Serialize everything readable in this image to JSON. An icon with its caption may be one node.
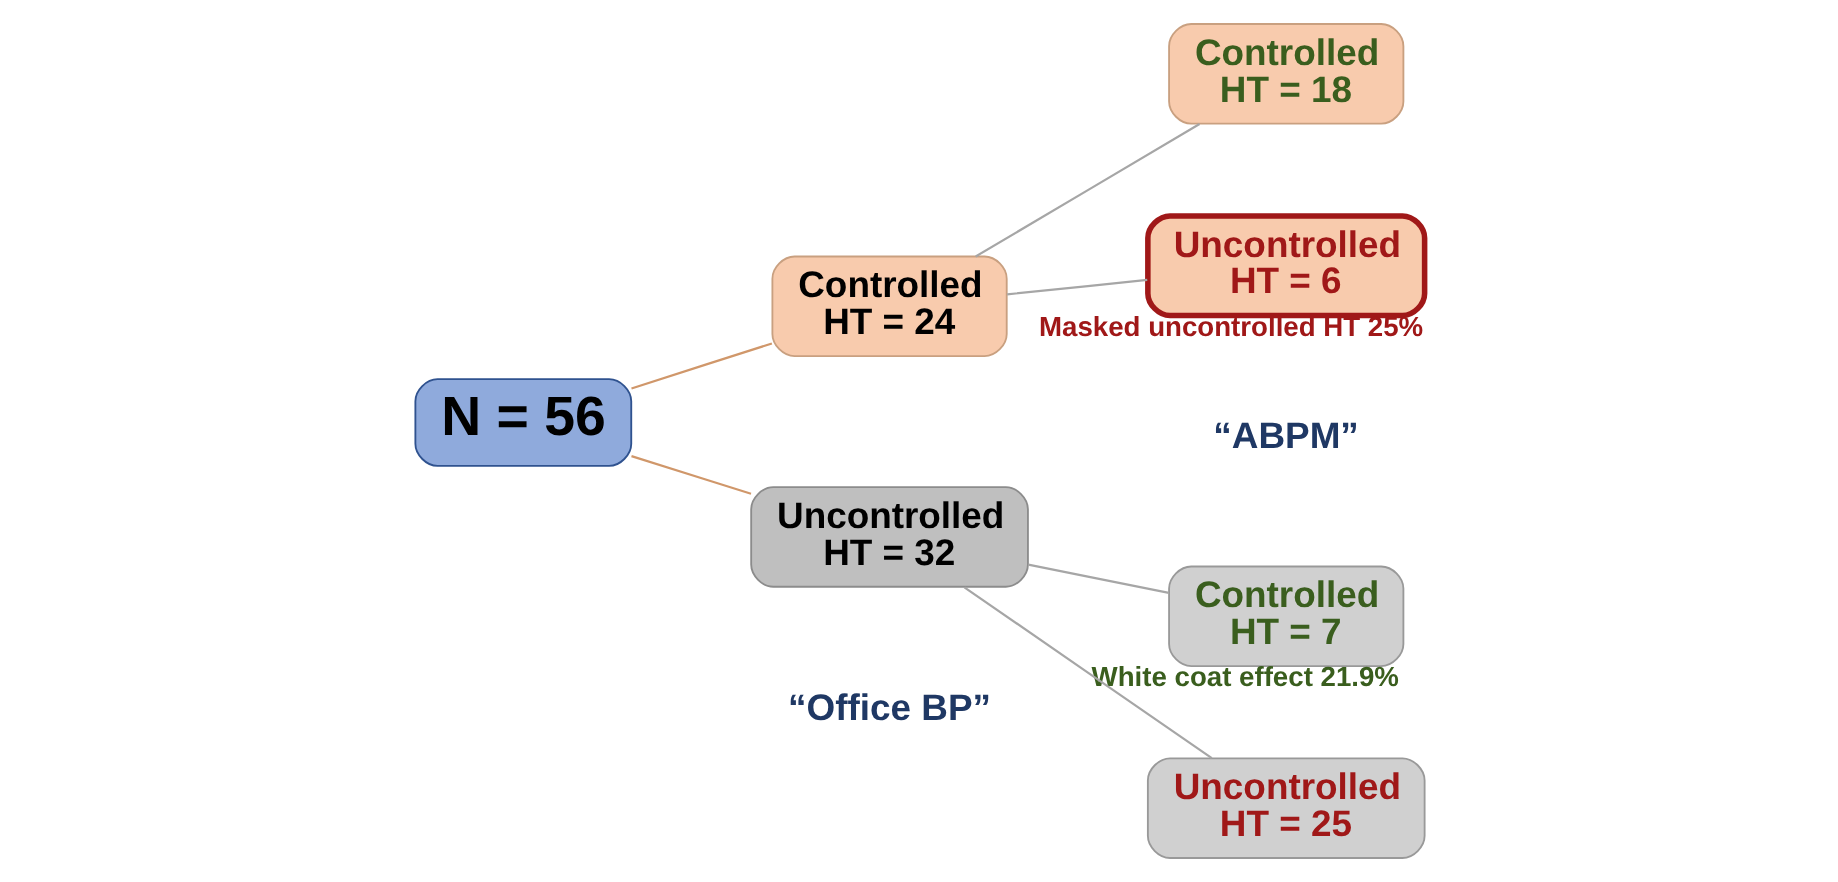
{
  "diagram": {
    "nodes": [
      {
        "text": [
          "N = 56"
        ]
      },
      {
        "text": [
          "Controlled",
          "HT = 24"
        ]
      },
      {
        "text": [
          "Uncontrolled",
          "HT = 32"
        ]
      },
      {
        "text": [
          "Controlled",
          "HT = 18"
        ]
      },
      {
        "text": [
          "Uncontrolled",
          "HT = 6"
        ],
        "beside": [
          "Masked uncontrolled HT 25%"
        ]
      },
      {
        "text": [
          "Controlled",
          "HT = 7"
        ],
        "beside": [
          "White coat effect 21.9%"
        ]
      },
      {
        "text": [
          "Uncontrolled",
          "HT = 25"
        ]
      }
    ],
    "edges": [
      {
        "from": 0,
        "to": 1,
        "arrow": "none",
        "color": "#d0976a"
      },
      {
        "from": 0,
        "to": 2,
        "arrow": "none",
        "color": "#d0976a"
      },
      {
        "from": 1,
        "to": 3,
        "arrow": "none"
      },
      {
        "from": 1,
        "to": 4,
        "arrow": "none"
      },
      {
        "from": 2,
        "to": 5,
        "arrow": "none"
      },
      {
        "from": 2,
        "to": 6,
        "arrow": "none"
      }
    ],
    "labels": [
      "“Office BP”",
      "“ABPM”"
    ]
  }
}
